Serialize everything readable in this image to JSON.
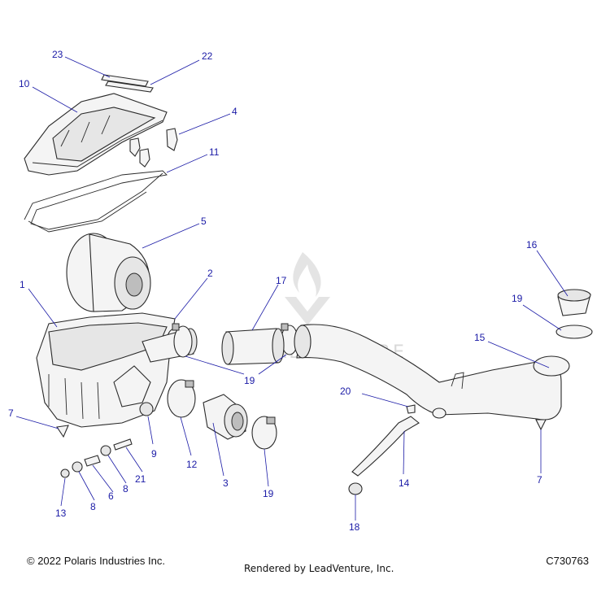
{
  "footer": {
    "copyright": "© 2022 Polaris Industries Inc.",
    "rendered_by": "Rendered by LeadVenture, Inc.",
    "drawing_number": "C730763"
  },
  "watermark": {
    "text": "LEADVENTURE"
  },
  "callouts": [
    {
      "id": "c23",
      "label": "23"
    },
    {
      "id": "c22",
      "label": "22"
    },
    {
      "id": "c10",
      "label": "10"
    },
    {
      "id": "c4",
      "label": "4"
    },
    {
      "id": "c11",
      "label": "11"
    },
    {
      "id": "c5",
      "label": "5"
    },
    {
      "id": "c1",
      "label": "1"
    },
    {
      "id": "c2",
      "label": "2"
    },
    {
      "id": "c17",
      "label": "17"
    },
    {
      "id": "c16",
      "label": "16"
    },
    {
      "id": "c19a",
      "label": "19"
    },
    {
      "id": "c15",
      "label": "15"
    },
    {
      "id": "c19b",
      "label": "19"
    },
    {
      "id": "c20",
      "label": "20"
    },
    {
      "id": "c7a",
      "label": "7"
    },
    {
      "id": "c9",
      "label": "9"
    },
    {
      "id": "c12",
      "label": "12"
    },
    {
      "id": "c3",
      "label": "3"
    },
    {
      "id": "c19c",
      "label": "19"
    },
    {
      "id": "c14",
      "label": "14"
    },
    {
      "id": "c7b",
      "label": "7"
    },
    {
      "id": "c21",
      "label": "21"
    },
    {
      "id": "c8a",
      "label": "8"
    },
    {
      "id": "c6",
      "label": "6"
    },
    {
      "id": "c13",
      "label": "13"
    },
    {
      "id": "c8b",
      "label": "8"
    },
    {
      "id": "c18",
      "label": "18"
    }
  ],
  "colors": {
    "callout": "#1a1aa6",
    "line_art": "#2a2a2a"
  }
}
